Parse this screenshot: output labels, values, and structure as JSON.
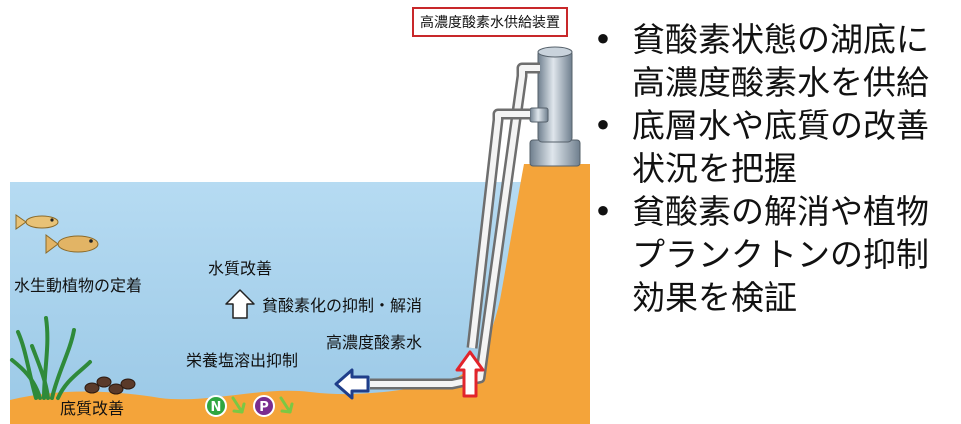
{
  "diagram": {
    "device_label": "高濃度酸素水供給装置",
    "labels": {
      "aquatic_life": "水生動植物の定着",
      "water_quality": "水質改善",
      "anoxia_suppression": "貧酸素化の抑制・解消",
      "oxygen_water": "高濃度酸素水",
      "nutrient_suppression": "栄養塩溶出抑制",
      "sediment": "底質改善",
      "nitrogen_badge": "N",
      "phosphorus_badge": "P"
    },
    "colors": {
      "water": "#a8d1ec",
      "ground": "#f4a43a",
      "label_border": "#c8282a",
      "arrow_red": "#e2242b",
      "arrow_blue": "#1f3e8a",
      "badge_green": "#2fa640",
      "badge_purple": "#7a2c8f"
    }
  },
  "bullets": [
    {
      "marker": "•",
      "text": "貧酸素状態の湖底に高濃度酸素水を供給"
    },
    {
      "marker": "•",
      "text": "底層水や底質の改善状況を把握"
    },
    {
      "marker": "•",
      "text": "貧酸素の解消や植物プランクトンの抑制効果を検証"
    }
  ]
}
